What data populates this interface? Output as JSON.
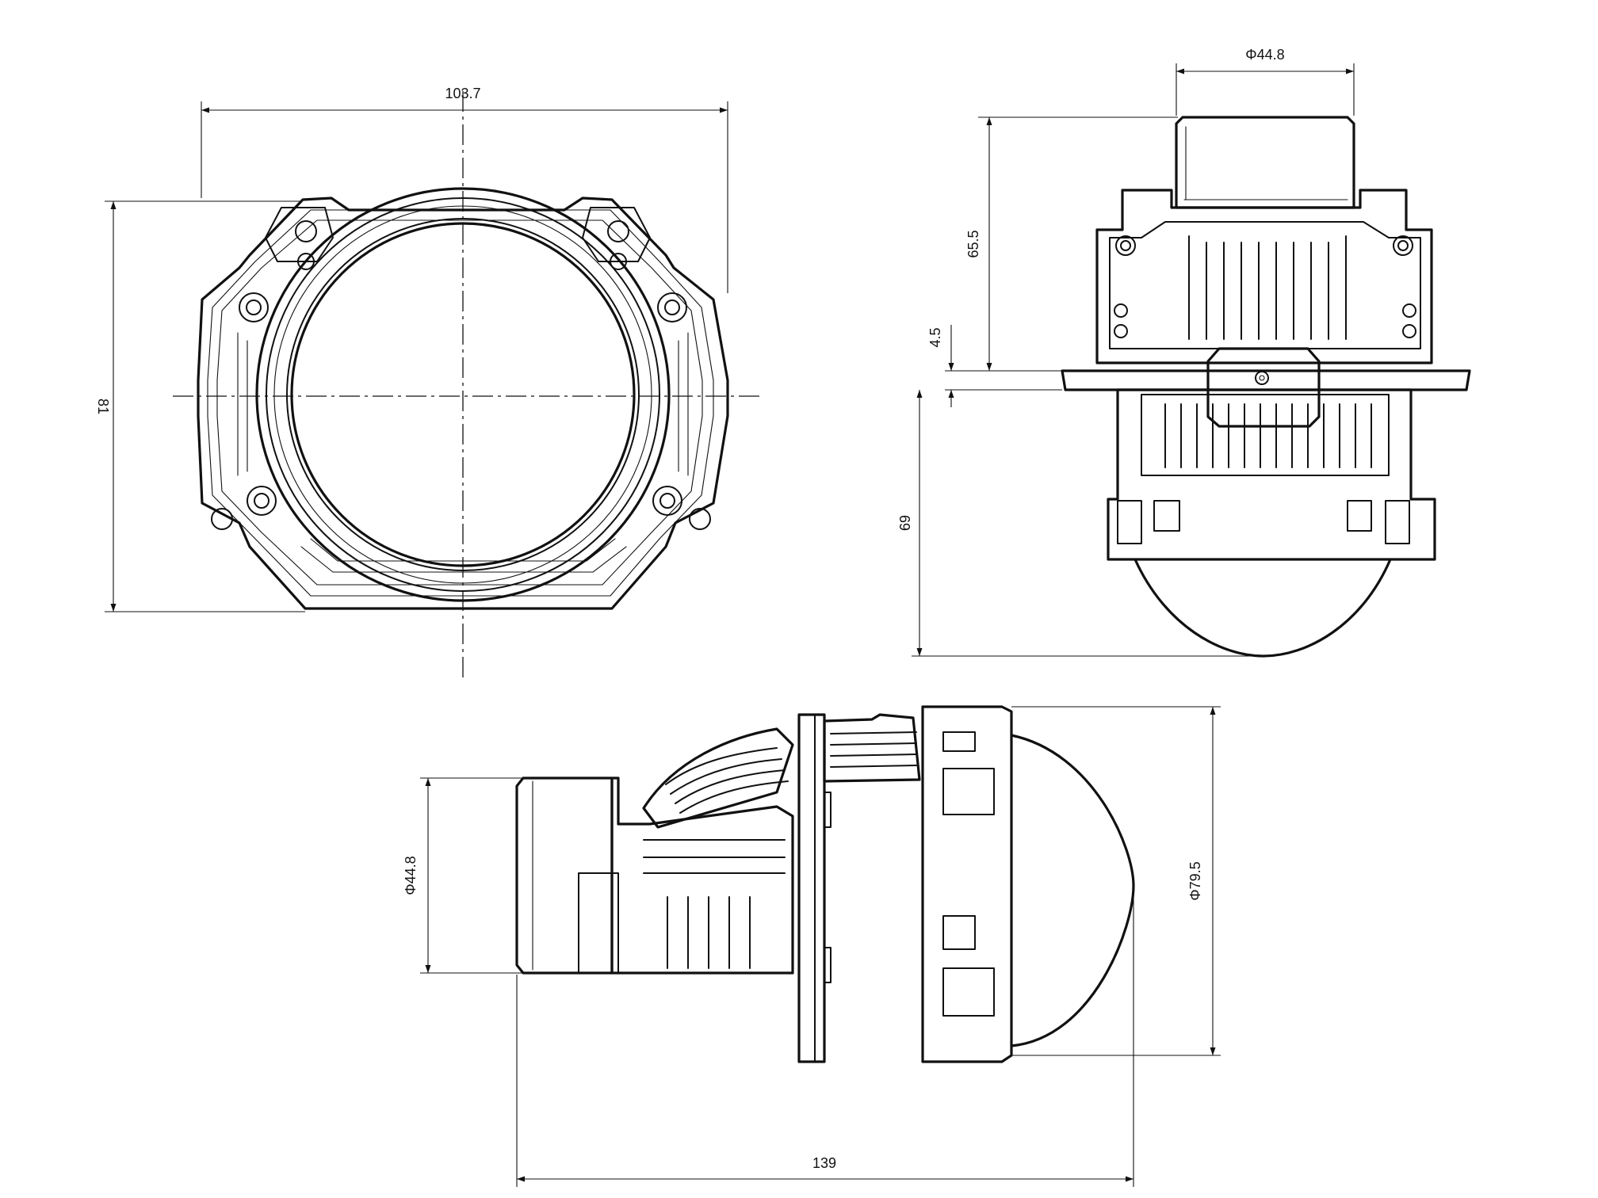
{
  "dimensions": {
    "front_width": "103.7",
    "front_height": "81",
    "top_diameter": "Φ44.8",
    "top_height": "65.5",
    "top_flange": "4.5",
    "top_lower": "69",
    "side_diameter_rear": "Φ44.8",
    "side_diameter_lens": "Φ79.5",
    "side_length": "139"
  }
}
